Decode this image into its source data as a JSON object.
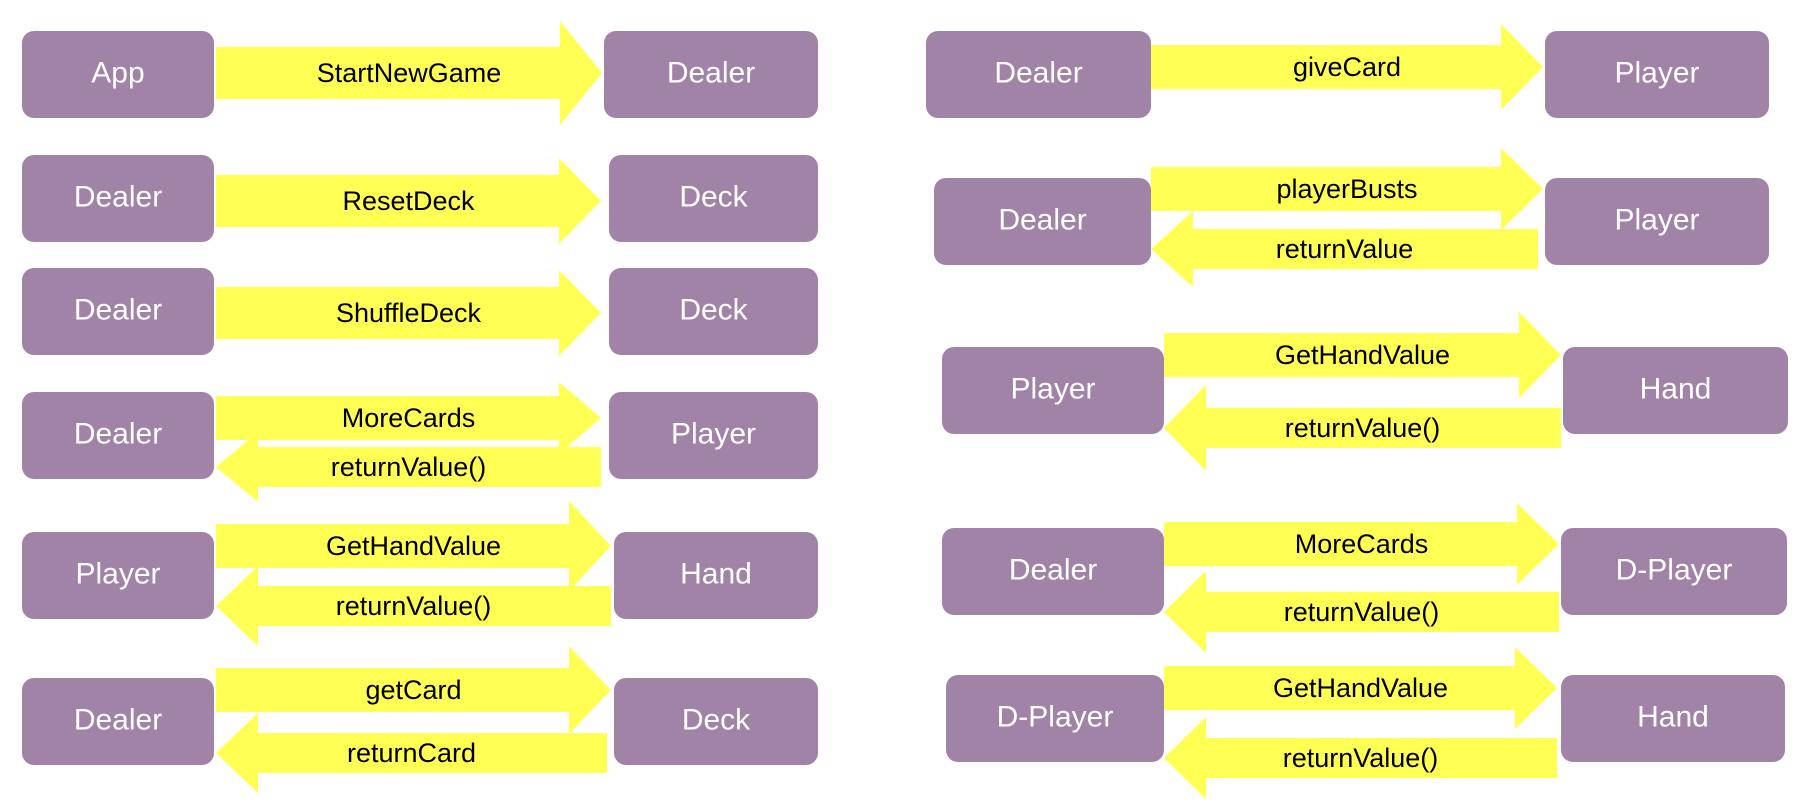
{
  "colors": {
    "box_fill": "#a283a8",
    "box_text": "#ffffff",
    "arrow_fill": "#ffff54",
    "arrow_text": "#000000",
    "background": "#ffffff"
  },
  "interactions": [
    {
      "from": "App",
      "to": "Dealer",
      "forward": "StartNewGame",
      "back": ""
    },
    {
      "from": "Dealer",
      "to": "Deck",
      "forward": "ResetDeck",
      "back": ""
    },
    {
      "from": "Dealer",
      "to": "Deck",
      "forward": "ShuffleDeck",
      "back": ""
    },
    {
      "from": "Dealer",
      "to": "Player",
      "forward": "MoreCards",
      "back": "returnValue()"
    },
    {
      "from": "Player",
      "to": "Hand",
      "forward": "GetHandValue",
      "back": "returnValue()"
    },
    {
      "from": "Dealer",
      "to": "Deck",
      "forward": "getCard",
      "back": "returnCard"
    },
    {
      "from": "Dealer",
      "to": "Player",
      "forward": "giveCard",
      "back": ""
    },
    {
      "from": "Dealer",
      "to": "Player",
      "forward": "playerBusts",
      "back": "returnValue"
    },
    {
      "from": "Player",
      "to": "Hand",
      "forward": "GetHandValue",
      "back": "returnValue()"
    },
    {
      "from": "Dealer",
      "to": "D-Player",
      "forward": "MoreCards",
      "back": "returnValue()"
    },
    {
      "from": "D-Player",
      "to": "Hand",
      "forward": "GetHandValue",
      "back": "returnValue()"
    }
  ]
}
